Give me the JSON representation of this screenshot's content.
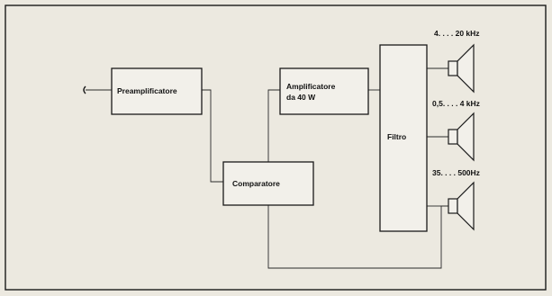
{
  "blocks": {
    "preamp": "Preamplificatore",
    "amplifier_line1": "Amplificatore",
    "amplifier_line2": "da 40 W",
    "comparator": "Comparatore",
    "filter": "Filtro"
  },
  "speakers": [
    {
      "range": "4. . . . 20 kHz",
      "icon": "speaker-icon"
    },
    {
      "range": "0,5. . . . 4 kHz",
      "icon": "speaker-icon"
    },
    {
      "range": "35. . . . 500Hz",
      "icon": "speaker-icon"
    }
  ],
  "colors": {
    "paper": "#ece9e0",
    "ink": "#1a1a1a"
  }
}
